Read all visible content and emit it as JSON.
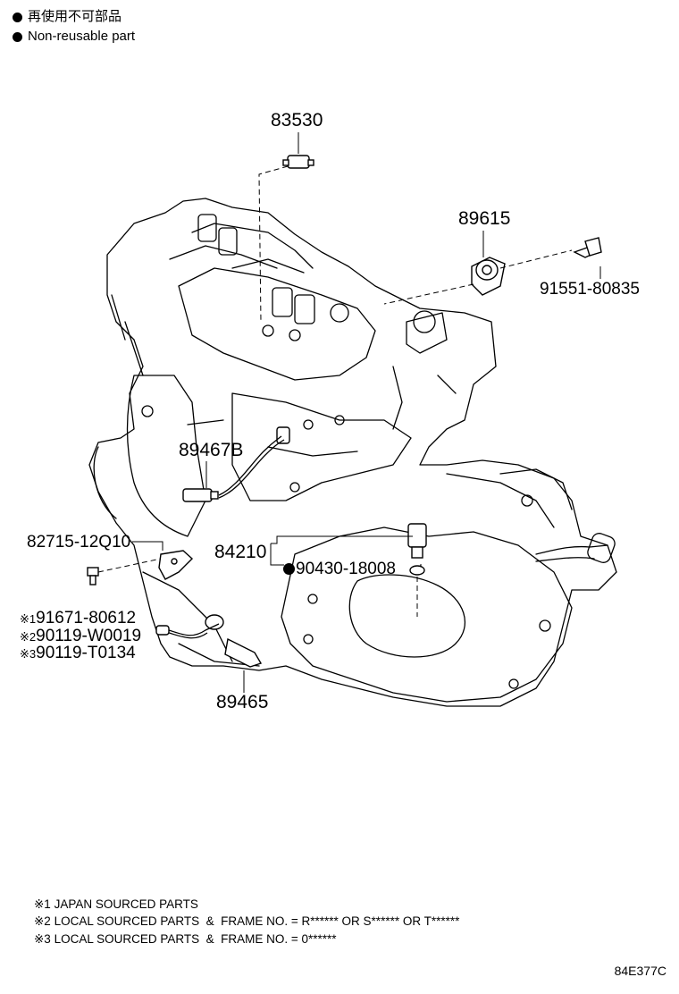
{
  "legend": [
    {
      "icon": "filled-circle",
      "text": "再使用不可部品"
    },
    {
      "icon": "filled-circle",
      "text": "Non-reusable part"
    }
  ],
  "parts": {
    "p83530": "83530",
    "p89615": "89615",
    "p91551": "91551-80835",
    "p89467b": "89467B",
    "p82715": "82715-12Q10",
    "p84210": "84210",
    "p90430": "90430-18008",
    "p91671": "91671-80612",
    "p90119w": "90119-W0019",
    "p90119t": "90119-T0134",
    "p89465": "89465"
  },
  "part_marks": {
    "m1": "※1",
    "m2": "※2",
    "m3": "※3"
  },
  "notes": [
    {
      "mark": "※1",
      "text": "JAPAN SOURCED PARTS"
    },
    {
      "mark": "※2",
      "text": "LOCAL SOURCED PARTS  &  FRAME NO. = R****** OR S****** OR T******"
    },
    {
      "mark": "※3",
      "text": "LOCAL SOURCED PARTS  &  FRAME NO. = 0******"
    }
  ],
  "diagram_code": "84E377C"
}
